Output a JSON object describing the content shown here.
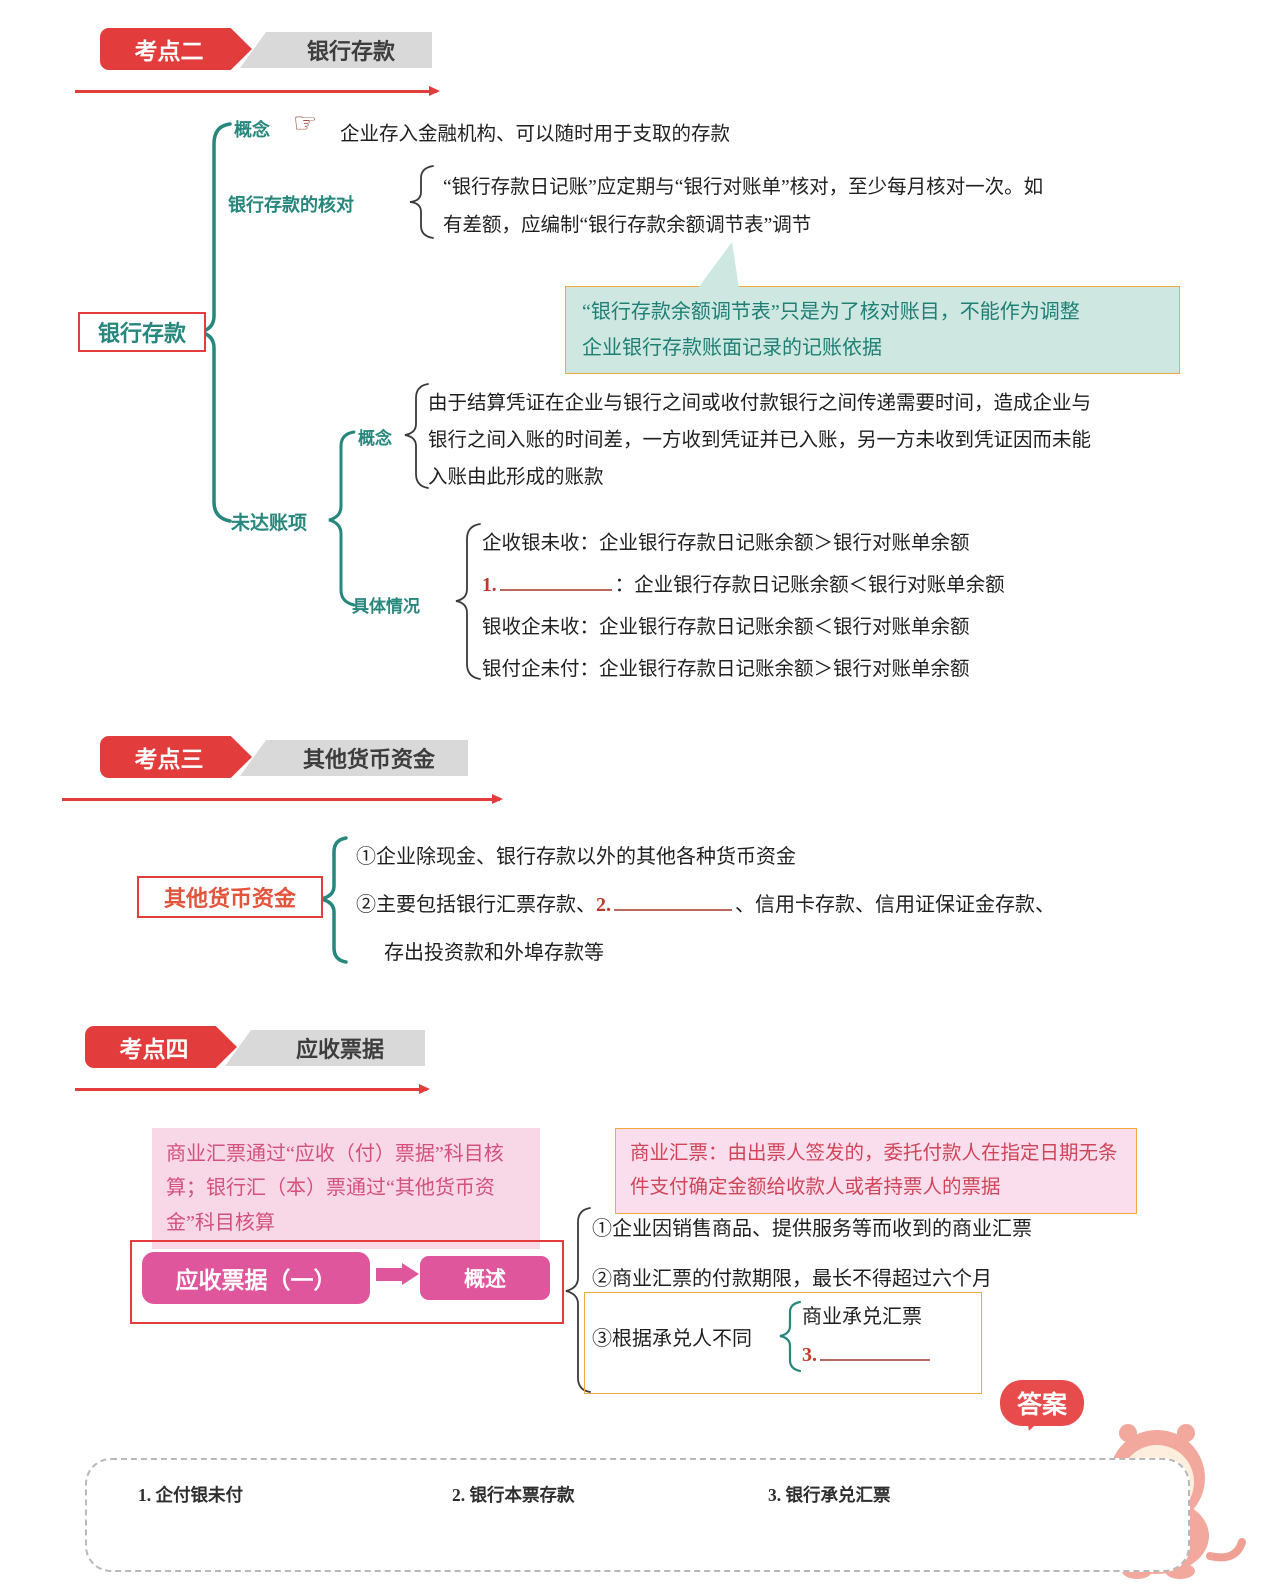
{
  "k2": {
    "badge": "考点二",
    "title": "银行存款",
    "root": "银行存款",
    "concept_label": "概念",
    "hand": "☞",
    "concept_text": "企业存入金融机构、可以随时用于支取的存款",
    "check_label": "银行存款的核对",
    "check_line1": "“银行存款日记账”应定期与“银行对账单”核对，至少每月核对一次。如",
    "check_line2": "有差额，应编制“银行存款余额调节表”调节",
    "note_line1": "“银行存款余额调节表”只是为了核对账目，不能作为调整",
    "note_line2": "企业银行存款账面记录的记账依据",
    "outstanding_label": "未达账项",
    "oc_label": "概念",
    "oc_line1": "由于结算凭证在企业与银行之间或收付款银行之间传递需要时间，造成企业与",
    "oc_line2": "银行之间入账的时间差，一方收到凭证并已入账，另一方未收到凭证因而未能",
    "oc_line3": "入账由此形成的账款",
    "cases_label": "具体情况",
    "case1": "企收银未收：企业银行存款日记账余额＞银行对账单余额",
    "case2_num": "1.",
    "case2_rest": "：企业银行存款日记账余额＜银行对账单余额",
    "case3": "银收企未收：企业银行存款日记账余额＜银行对账单余额",
    "case4": "银付企未付：企业银行存款日记账余额＞银行对账单余额"
  },
  "k3": {
    "badge": "考点三",
    "title": "其他货币资金",
    "root": "其他货币资金",
    "item1": "①企业除现金、银行存款以外的其他各种货币资金",
    "item2_pre": "②主要包括银行汇票存款、",
    "item2_num": "2.",
    "item2_post": "、信用卡存款、信用证保证金存款、",
    "item2_line2": "存出投资款和外埠存款等"
  },
  "k4": {
    "badge": "考点四",
    "title": "应收票据",
    "pink_note": "商业汇票通过“应收（付）票据”科目核算；银行汇（本）票通过“其他货币资金”科目核算",
    "orange_note": "商业汇票：由出票人签发的，委托付款人在指定日期无条件支付确定金额给收款人或者持票人的票据",
    "node": "应收票据（一）",
    "overview": "概述",
    "item1": "①企业因销售商品、提供服务等而收到的商业汇票",
    "item2": "②商业汇票的付款期限，最长不得超过六个月",
    "item3": "③根据承兑人不同",
    "sub1": "商业承兑汇票",
    "sub2_num": "3.",
    "bubble": "答案"
  },
  "answers": {
    "a1": "1. 企付银未付",
    "a2": "2. 银行本票存款",
    "a3": "3. 银行承兑汇票"
  }
}
